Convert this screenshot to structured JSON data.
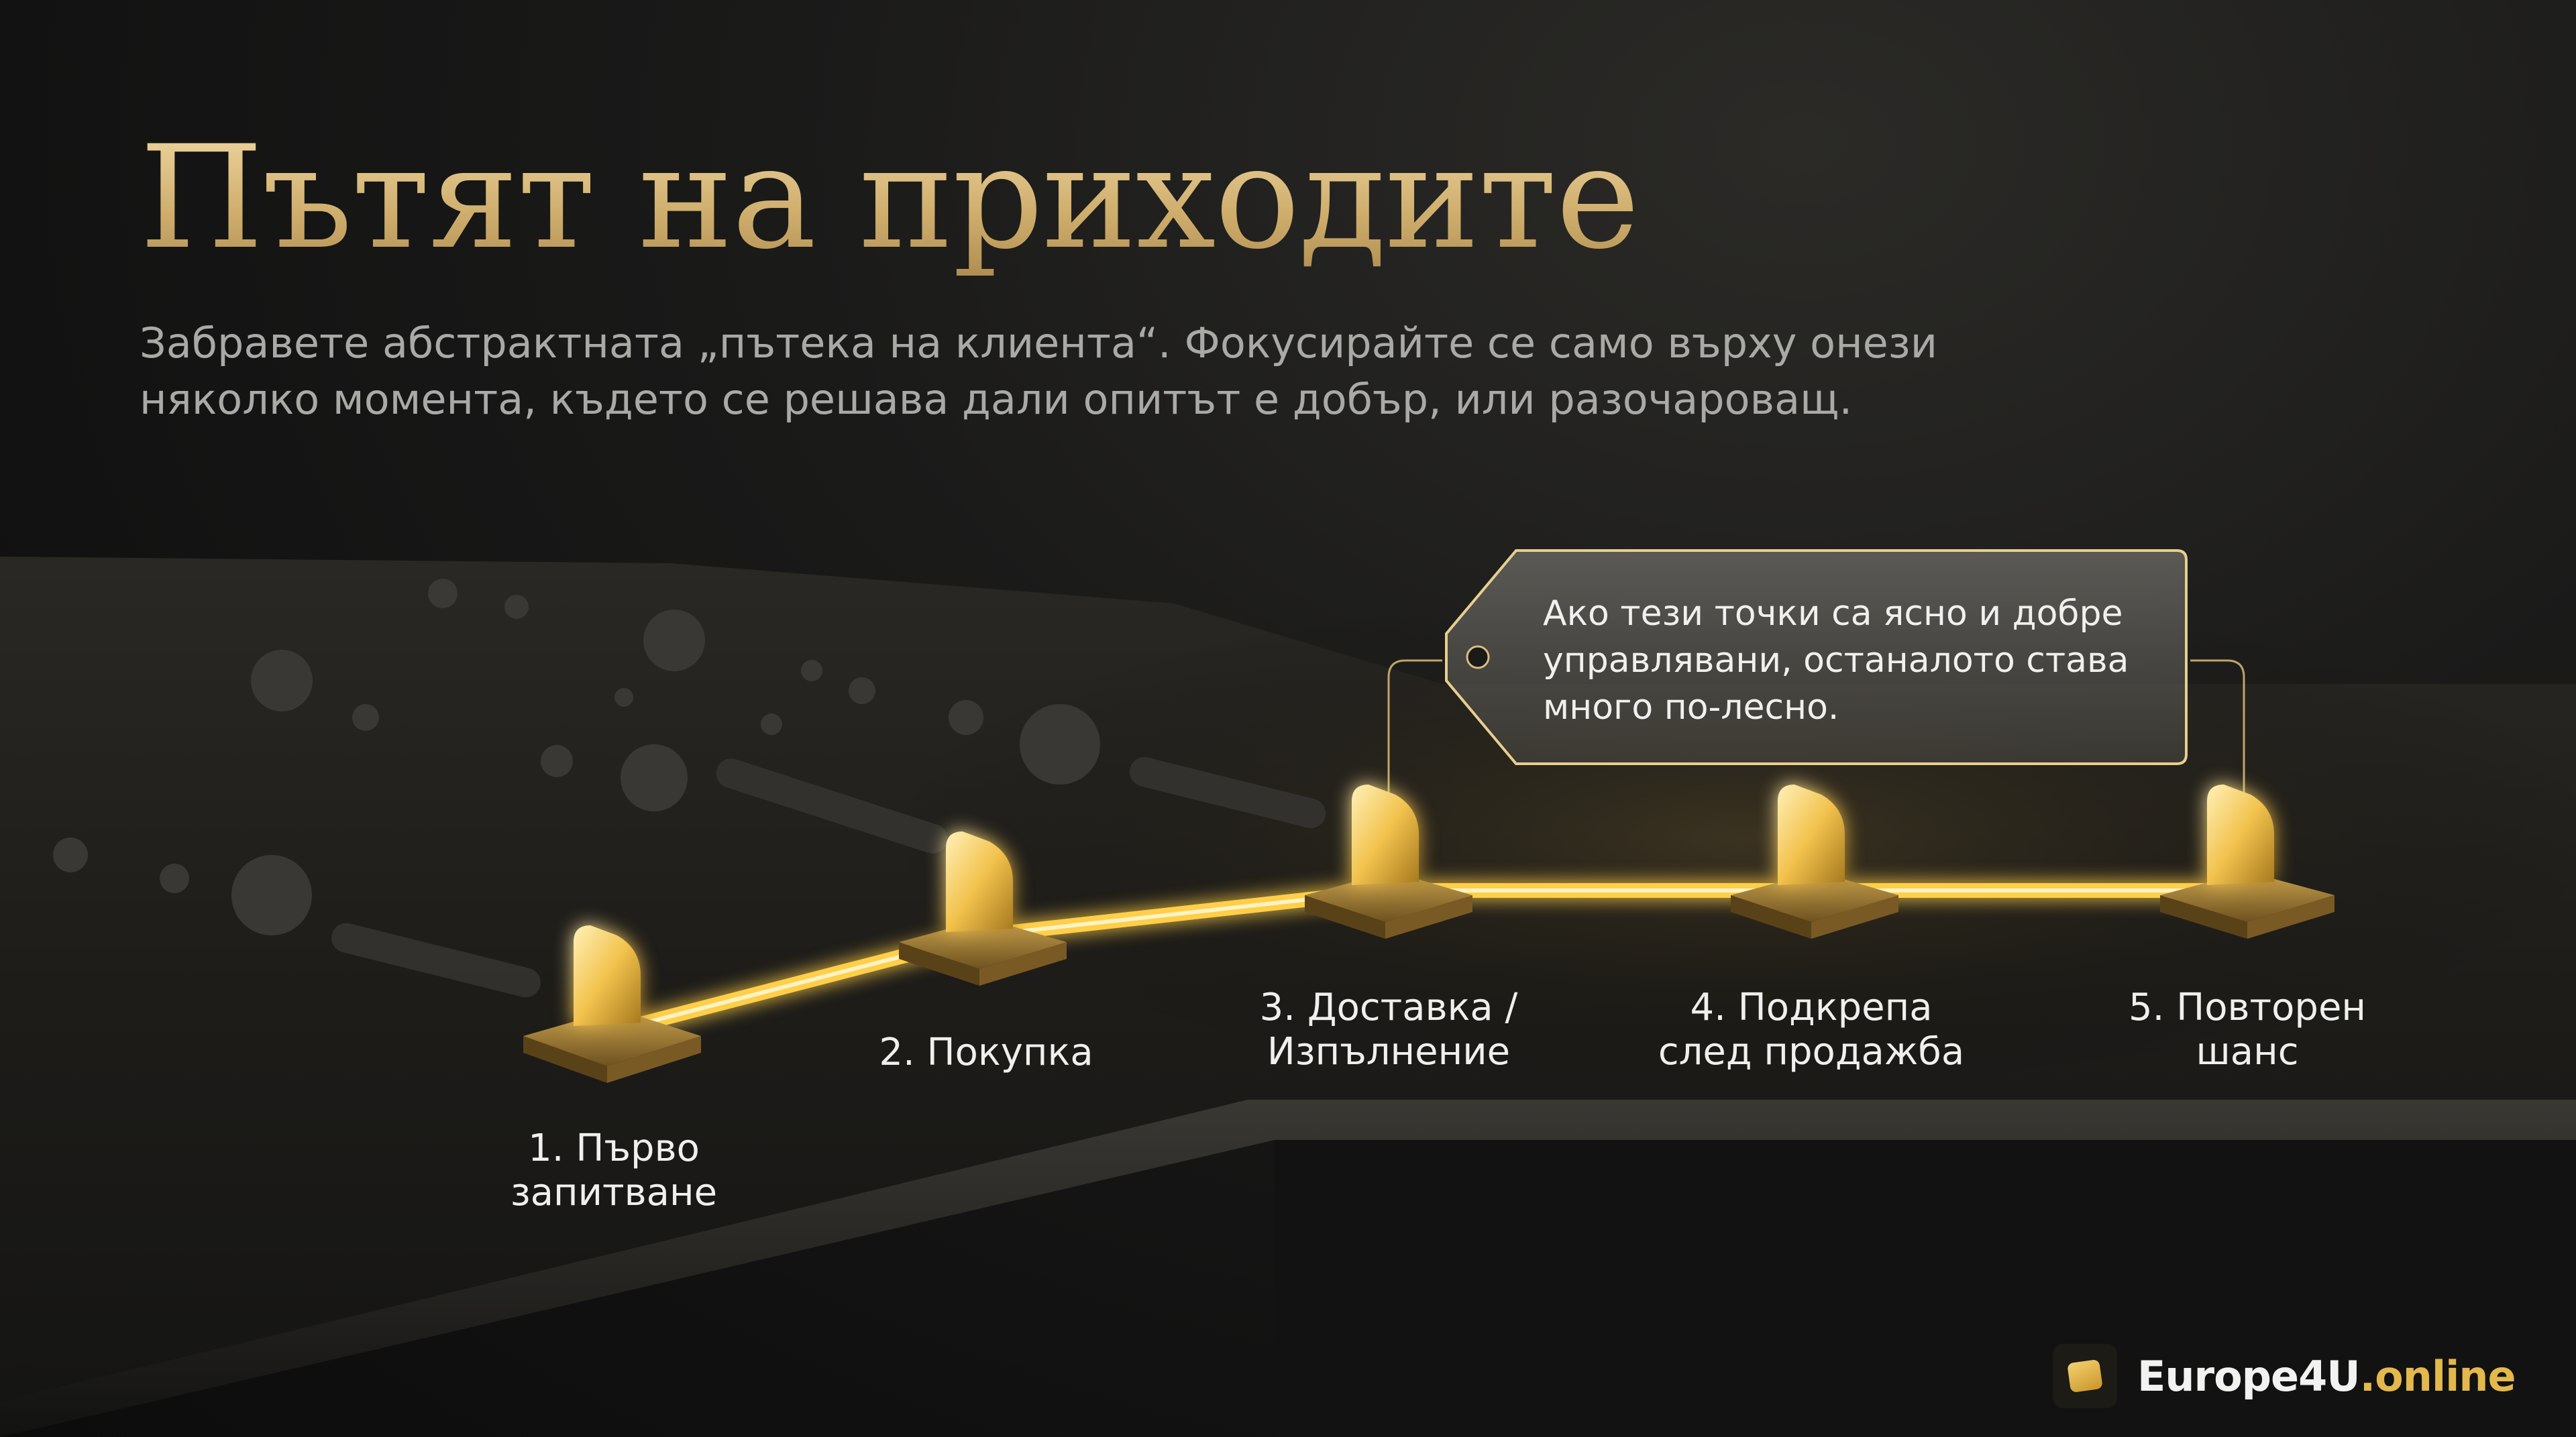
{
  "title": "Пътят на приходите",
  "subtitle": "Забравете абстрактната „пътека на клиента“. Фокусирайте се само върху онези няколко момента, където се решава дали опитът е добър, или разочароващ.",
  "callout": {
    "text": "Ако тези точки са ясно и добре управлявани, останалото става много по-лесно."
  },
  "steps": [
    {
      "label_line1": "1. Първо",
      "label_line2": "запитване"
    },
    {
      "label_line1": "2. Покупка",
      "label_line2": ""
    },
    {
      "label_line1": "3. Доставка /",
      "label_line2": "Изпълнение"
    },
    {
      "label_line1": "4. Подкрепа",
      "label_line2": "след продажба"
    },
    {
      "label_line1": "5. Повторен",
      "label_line2": "шанс"
    }
  ],
  "brand": {
    "name": "Europe4U",
    "tld": ".online",
    "icon": "gold-tile-icon",
    "accent_color": "#e3b84c"
  },
  "colors": {
    "title_gold": "#d9bd82",
    "path_glow": "#ffcf4a",
    "background": "#141414"
  }
}
